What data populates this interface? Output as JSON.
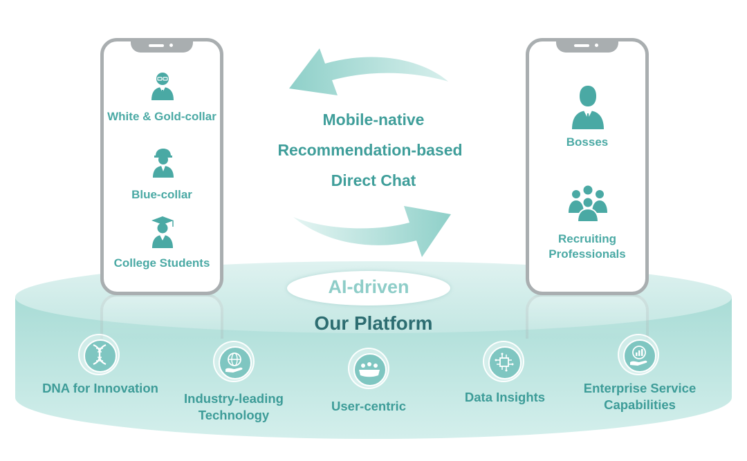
{
  "colors": {
    "accent": "#4aa9a4",
    "title": "#2d6d71",
    "platform": "#b7e0dc",
    "phone_frame": "#a9aeb0"
  },
  "left_phone": {
    "roles": [
      {
        "label": "White & Gold-collar",
        "icon": "white-collar-worker-icon"
      },
      {
        "label": "Blue-collar",
        "icon": "hardhat-worker-icon"
      },
      {
        "label": "College Students",
        "icon": "graduate-icon"
      }
    ]
  },
  "right_phone": {
    "roles": [
      {
        "label": "Bosses",
        "icon": "businessman-icon"
      },
      {
        "label": "Recruiting Professionals",
        "icon": "group-icon"
      }
    ]
  },
  "center": {
    "line1": "Mobile-native",
    "line2": "Recommendation-based",
    "line3": "Direct Chat"
  },
  "platform": {
    "badge": "AI-driven",
    "title": "Our Platform"
  },
  "features": [
    {
      "label": "DNA for Innovation",
      "icon": "dna-icon"
    },
    {
      "label": "Industry-leading Technology",
      "icon": "globe-hand-icon"
    },
    {
      "label": "User-centric",
      "icon": "users-icon"
    },
    {
      "label": "Data Insights",
      "icon": "chip-icon"
    },
    {
      "label": "Enterprise Service Capabilities",
      "icon": "chart-hand-icon"
    }
  ]
}
